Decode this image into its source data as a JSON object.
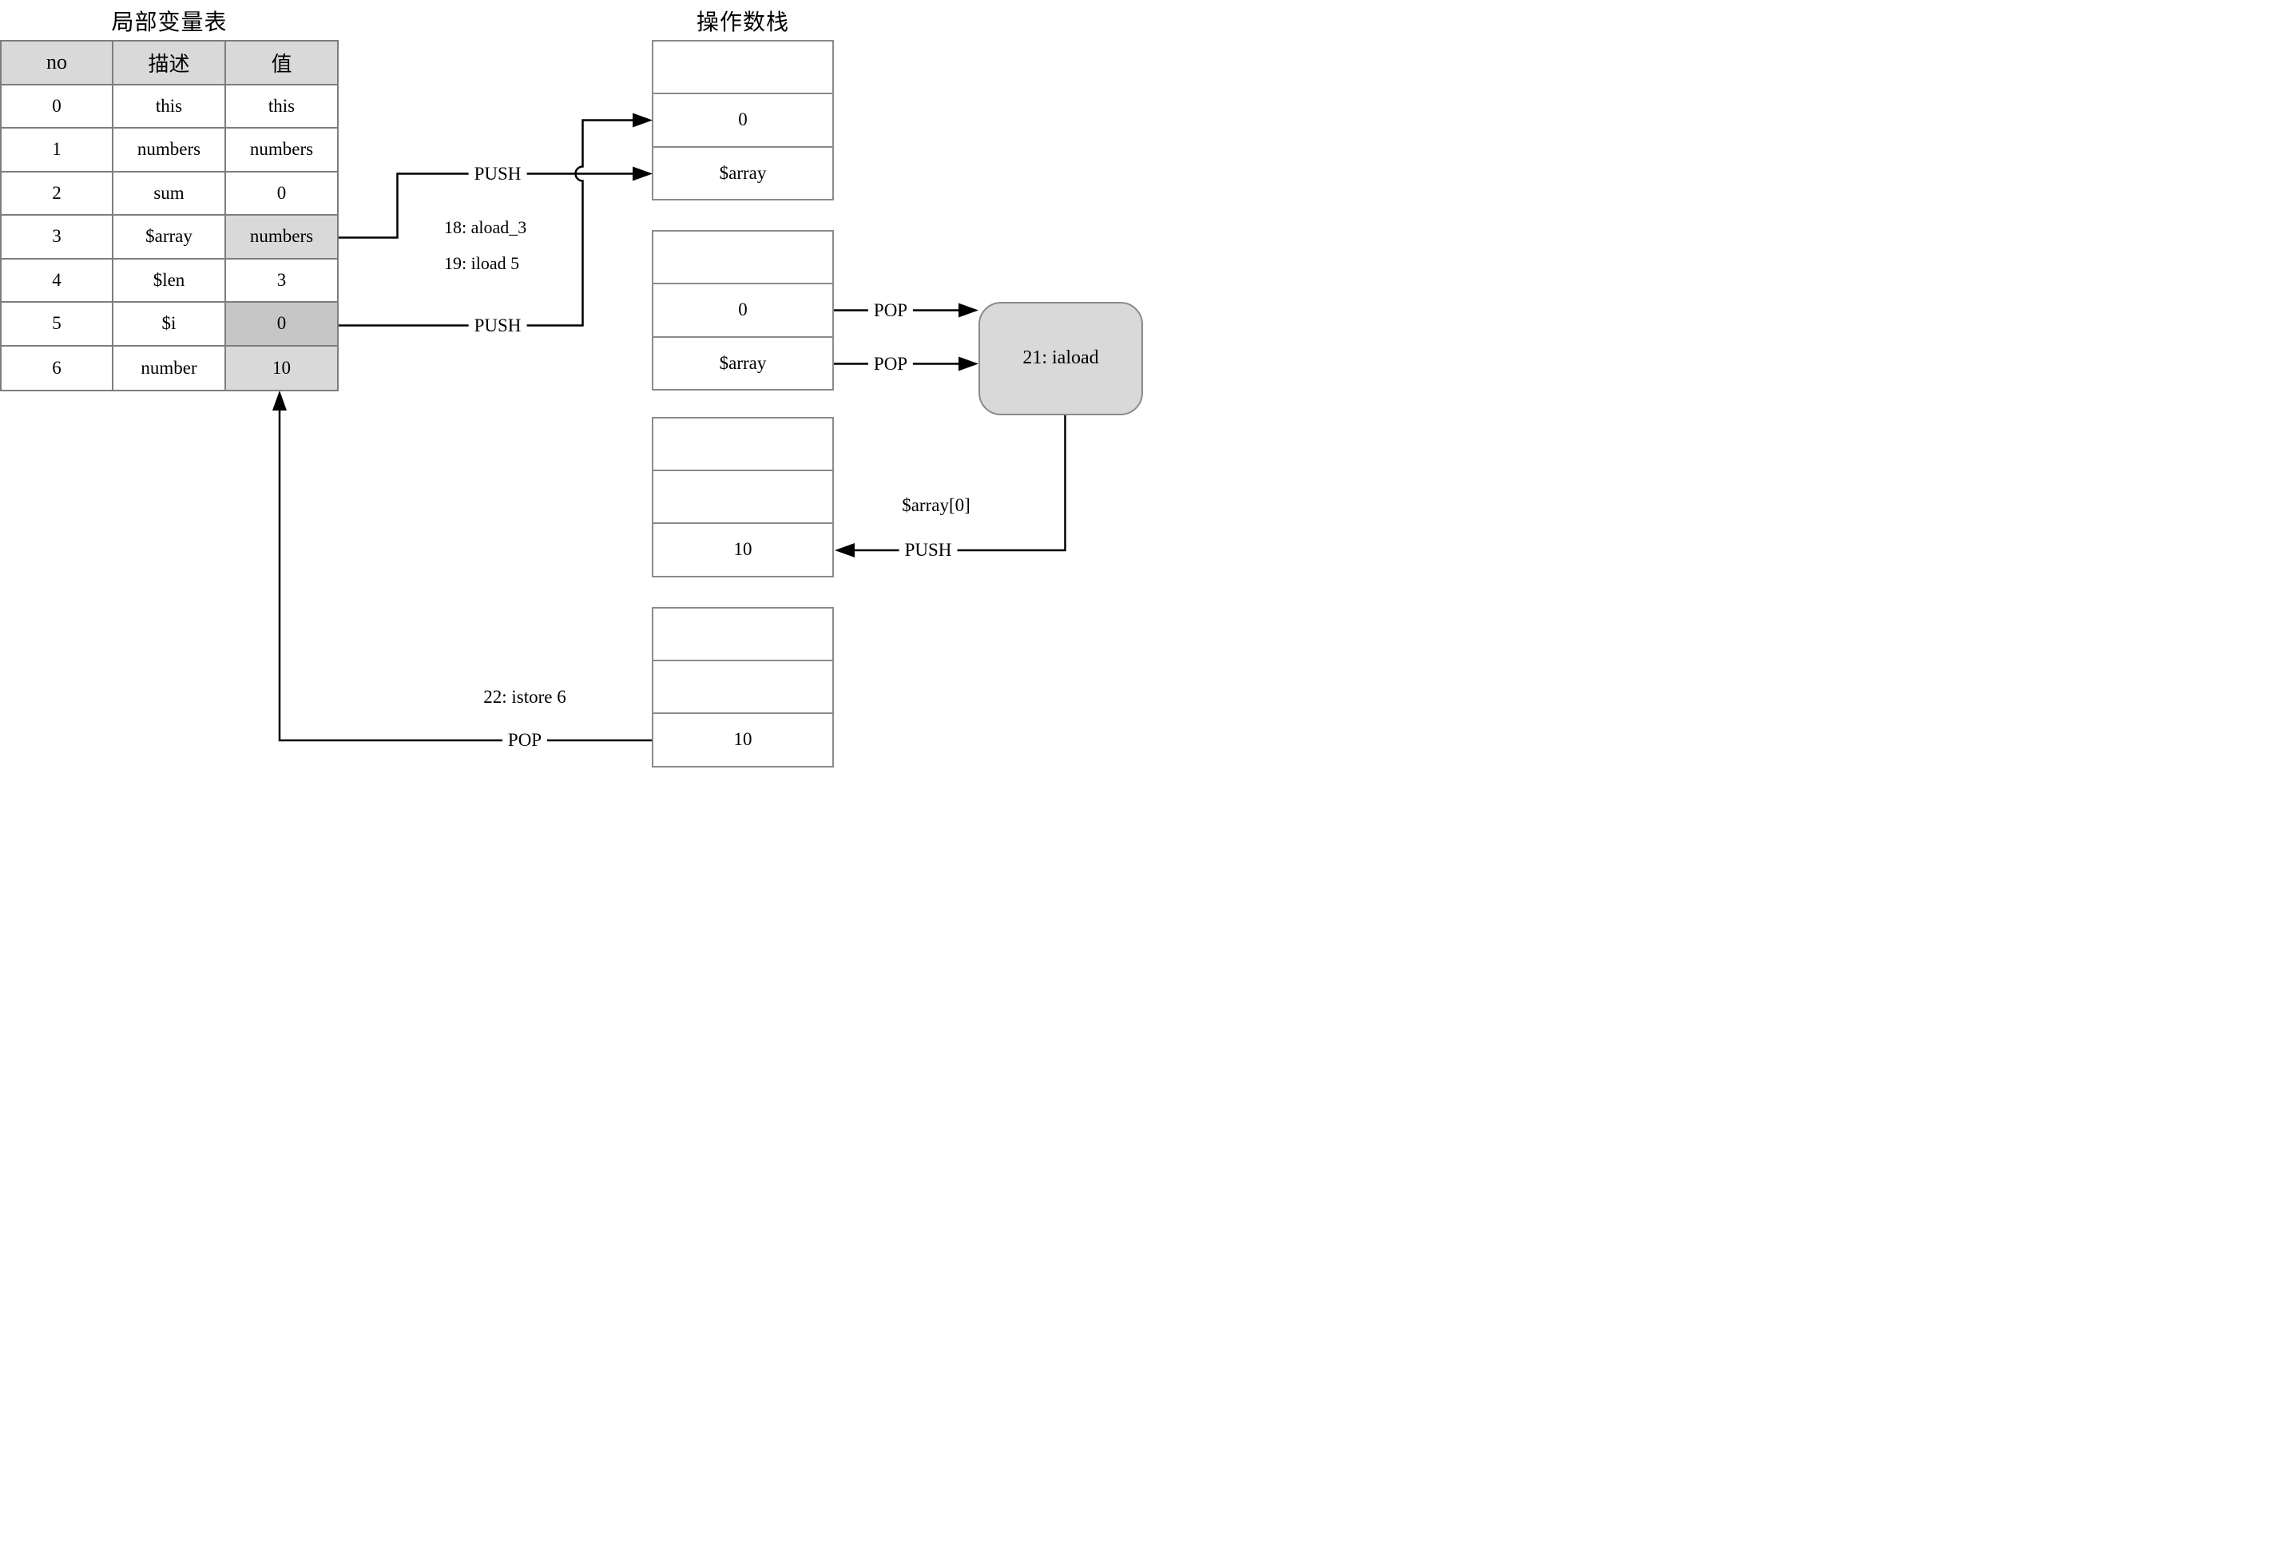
{
  "titles": {
    "local_variable_table": "局部变量表",
    "operand_stack": "操作数栈"
  },
  "local_variable_table": {
    "headers": [
      "no",
      "描述",
      "值"
    ],
    "rows": [
      {
        "no": "0",
        "desc": "this",
        "value": "this"
      },
      {
        "no": "1",
        "desc": "numbers",
        "value": "numbers"
      },
      {
        "no": "2",
        "desc": "sum",
        "value": "0"
      },
      {
        "no": "3",
        "desc": "$array",
        "value": "numbers"
      },
      {
        "no": "4",
        "desc": "$len",
        "value": "3"
      },
      {
        "no": "5",
        "desc": "$i",
        "value": "0"
      },
      {
        "no": "6",
        "desc": "number",
        "value": "10"
      }
    ]
  },
  "operand_stacks": [
    {
      "cells": [
        "",
        "0",
        "$array"
      ]
    },
    {
      "cells": [
        "",
        "0",
        "$array"
      ]
    },
    {
      "cells": [
        "",
        "",
        "10"
      ]
    },
    {
      "cells": [
        "",
        "",
        "10"
      ]
    }
  ],
  "labels": {
    "push_aload": "PUSH",
    "push_iload": "PUSH",
    "pop_value": "POP",
    "pop_array": "POP",
    "push_result": "PUSH",
    "pop_store": "POP",
    "instr_aload": "18: aload_3",
    "instr_iload": "19: iload 5",
    "instr_iaload": "21: iaload",
    "instr_istore": "22: istore 6",
    "array_element": "$array[0]"
  },
  "colors": {
    "highlight_light": "#d9d9d9",
    "highlight_dark": "#c6c6c6",
    "header_fill": "#d9d9d9",
    "box_fill": "#d9d9d9",
    "table_border": "#7d7d7d",
    "stack_border": "#8a8a8a",
    "line": "#000000"
  }
}
